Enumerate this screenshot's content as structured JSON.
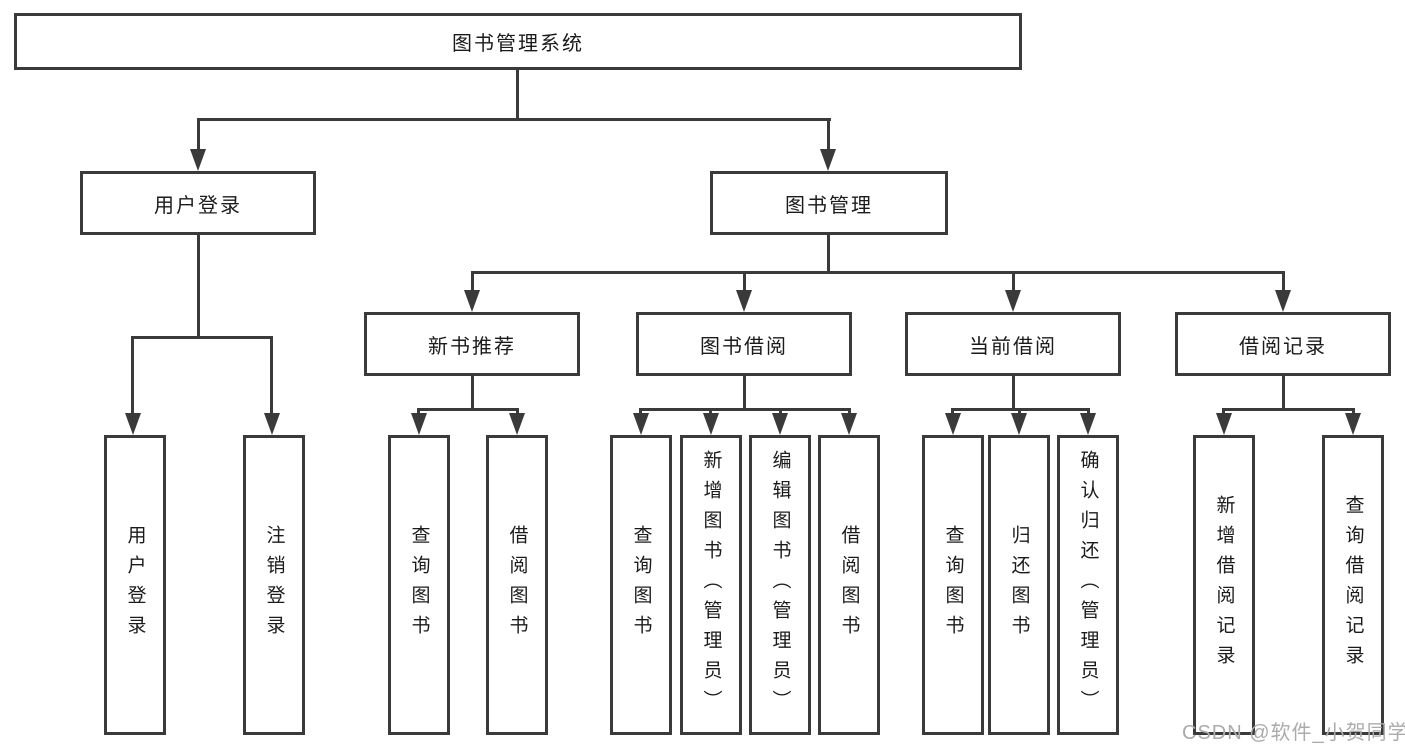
{
  "diagram_title": "图书管理系统",
  "colors": {
    "line": "#3a3a3a",
    "box_border": "#3a3a3a",
    "box_fill": "#ffffff",
    "text": "#1b1b1b",
    "background": "#ffffff",
    "watermark": "#ababab"
  },
  "tree": {
    "root": {
      "label": "图书管理系统",
      "children": [
        {
          "label": "用户登录",
          "children": [
            {
              "label": "用户登录"
            },
            {
              "label": "注销登录"
            }
          ]
        },
        {
          "label": "图书管理",
          "children": [
            {
              "label": "新书推荐",
              "children": [
                {
                  "label": "查询图书"
                },
                {
                  "label": "借阅图书"
                }
              ]
            },
            {
              "label": "图书借阅",
              "children": [
                {
                  "label": "查询图书"
                },
                {
                  "label": "新增图书（管理员）"
                },
                {
                  "label": "编辑图书（管理员）"
                },
                {
                  "label": "借阅图书"
                }
              ]
            },
            {
              "label": "当前借阅",
              "children": [
                {
                  "label": "查询图书"
                },
                {
                  "label": "归还图书"
                },
                {
                  "label": "确认归还（管理员）"
                }
              ]
            },
            {
              "label": "借阅记录",
              "children": [
                {
                  "label": "新增借阅记录"
                },
                {
                  "label": "查询借阅记录"
                }
              ]
            }
          ]
        }
      ]
    }
  },
  "watermark": {
    "text": "CSDN @软件_小贺同学"
  }
}
